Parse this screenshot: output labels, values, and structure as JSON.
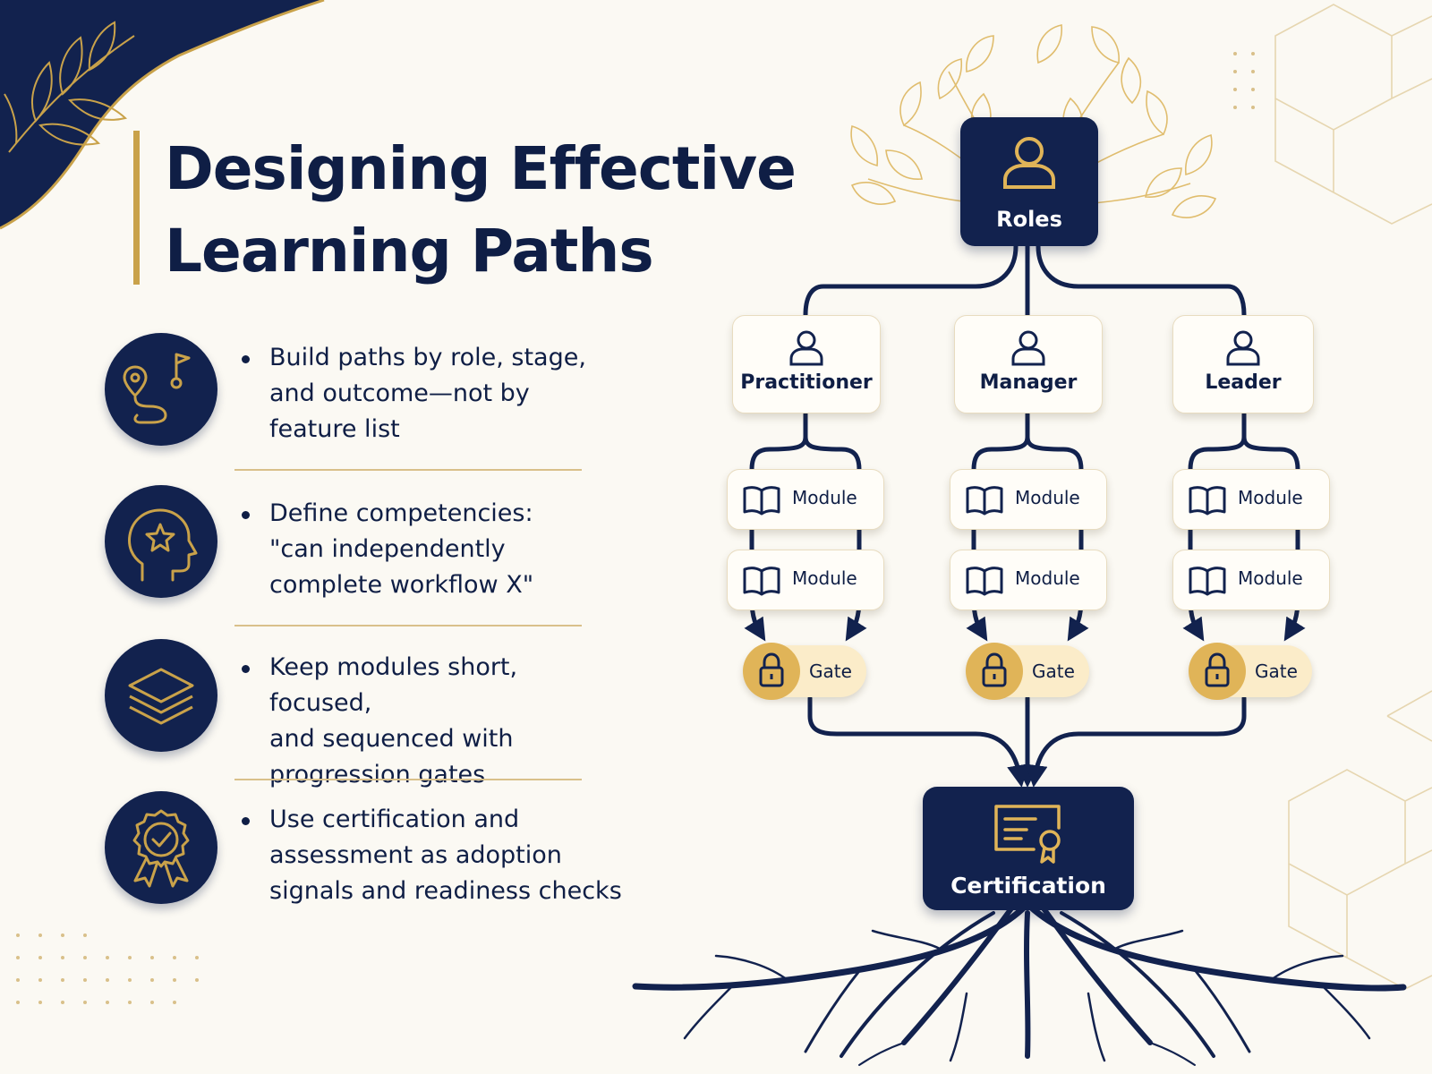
{
  "title": {
    "line1": "Designing Effective",
    "line2": "Learning Paths"
  },
  "bullets": [
    {
      "icon": "map-route-icon",
      "lines": [
        "Build paths by role, stage,",
        "and outcome—not by",
        "feature list"
      ]
    },
    {
      "icon": "head-star-icon",
      "lines": [
        "Define competencies:",
        "\"can independently",
        "complete workflow X\""
      ]
    },
    {
      "icon": "layers-icon",
      "lines": [
        "Keep modules short, focused,",
        "and sequenced with",
        "progression gates"
      ]
    },
    {
      "icon": "award-ribbon-icon",
      "lines": [
        "Use certification and",
        "assessment as adoption",
        "signals and readiness checks"
      ]
    }
  ],
  "diagram": {
    "root": {
      "label": "Roles",
      "icon": "user-icon"
    },
    "roles": [
      {
        "label": "Practitioner",
        "icon": "user-icon",
        "modules": [
          "Module",
          "Module"
        ],
        "gate": "Gate"
      },
      {
        "label": "Manager",
        "icon": "user-icon",
        "modules": [
          "Module",
          "Module"
        ],
        "gate": "Gate"
      },
      {
        "label": "Leader",
        "icon": "user-icon",
        "modules": [
          "Module",
          "Module"
        ],
        "gate": "Gate"
      }
    ],
    "certification": {
      "label": "Certification",
      "icon": "certificate-icon"
    }
  },
  "colors": {
    "navy": "#12224e",
    "gold": "#c9a24a",
    "cream": "#fbf9f3",
    "gate": "#fbecc9"
  }
}
